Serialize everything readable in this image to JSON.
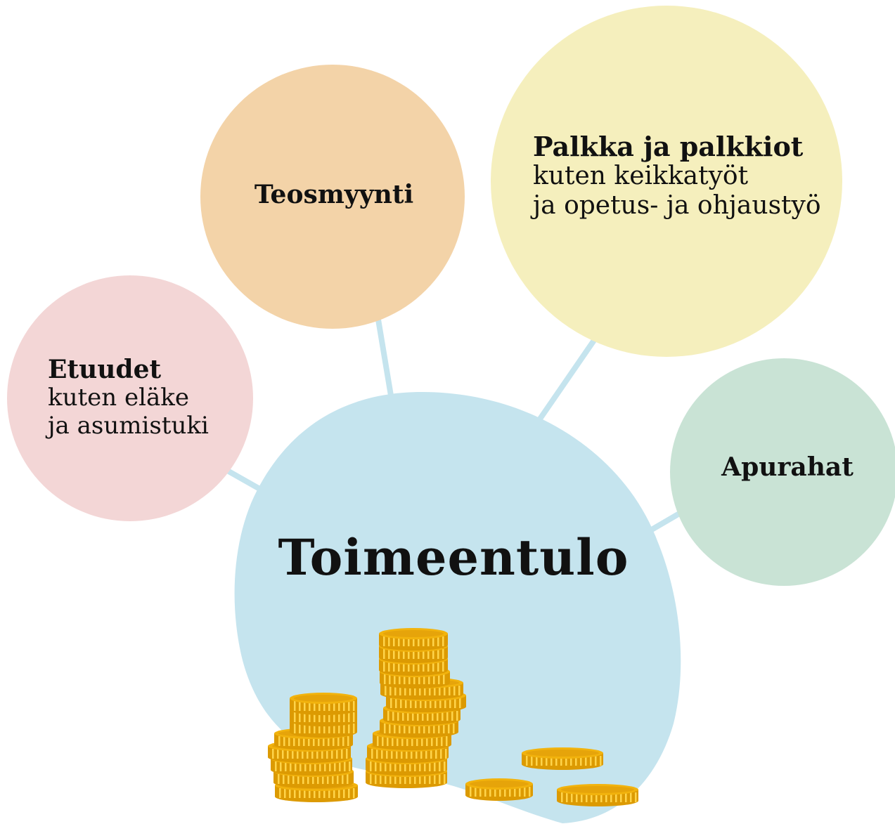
{
  "colors": {
    "connector": "#c5e4ee",
    "center_blob": "#c5e4ee",
    "teosmyynti_circle": "#f3d3a8",
    "palkka_circle": "#f5efbd",
    "etuudet_circle": "#f3d6d6",
    "apurahat_circle": "#c9e3d5",
    "coin_face": "#f2b30d",
    "coin_edge": "#dc9a02",
    "coin_top": "#e6a40a",
    "coin_ridge": "#ffd44a",
    "text": "#111111"
  },
  "center": {
    "title": "Toimeentulo",
    "icon": "coin-stacks-icon"
  },
  "nodes": {
    "teosmyynti": {
      "title": "Teosmyynti"
    },
    "palkka": {
      "title": "Palkka ja palkkiot",
      "line1": "kuten keikkatyöt",
      "line2": "ja opetus- ja ohjaustyö"
    },
    "etuudet": {
      "title": "Etuudet",
      "line1": "kuten eläke",
      "line2": "ja asumistuki"
    },
    "apurahat": {
      "title": "Apurahat"
    }
  }
}
